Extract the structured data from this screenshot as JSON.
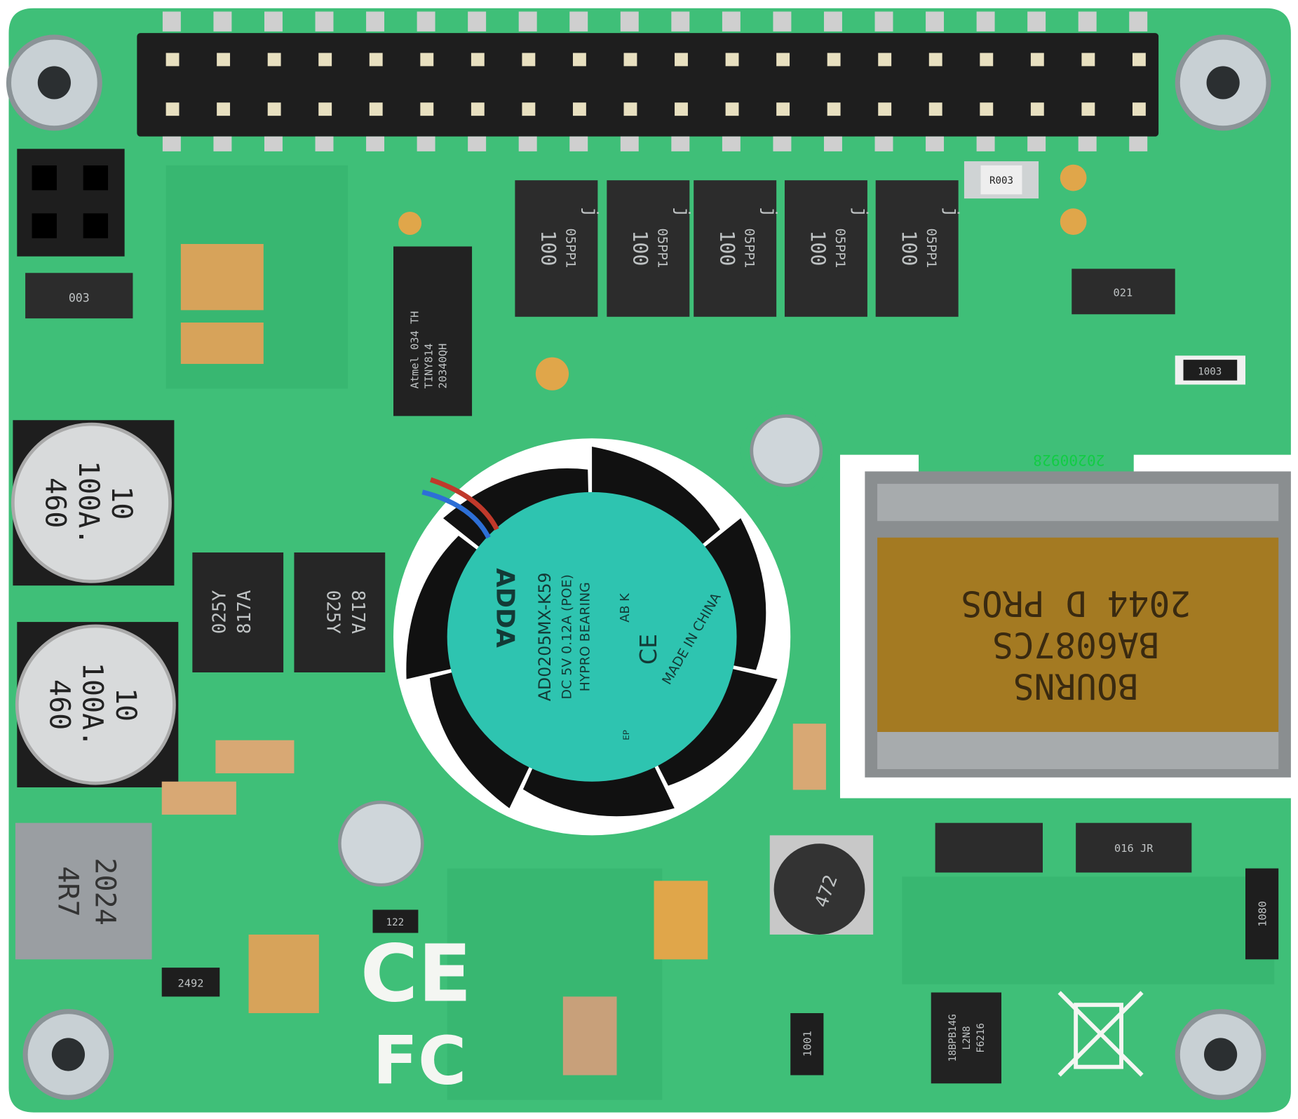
{
  "colors": {
    "pcb": "#3fbf78",
    "pcb_dark": "#2aa462",
    "header": "#1e1e1e",
    "pad": "#d7b36a",
    "fan_label": "#2ec4b0",
    "transformer_tape": "#a47a22",
    "component": "#2c2c2c"
  },
  "mcu": {
    "line1": "Atmel 034 TH",
    "line2": "TINY814",
    "line3": "20340QH"
  },
  "capacitors": [
    {
      "value": "100",
      "mark": "j",
      "code": "05PP1"
    },
    {
      "value": "100",
      "mark": "j",
      "code": "05PP1"
    },
    {
      "value": "100",
      "mark": "j",
      "code": "05PP1"
    },
    {
      "value": "100",
      "mark": "j",
      "code": "05PP1"
    },
    {
      "value": "100",
      "mark": "j",
      "code": "05PP1"
    }
  ],
  "resistor_r003": "R003",
  "electrolytics": [
    {
      "line1": "10",
      "line2": "100A.",
      "line3": "460"
    },
    {
      "line1": "10",
      "line2": "100A.",
      "line3": "460"
    }
  ],
  "optocouplers": [
    {
      "line1": "025Y",
      "line2": "817A"
    },
    {
      "line1": "025Y",
      "line2": "817A"
    }
  ],
  "fan": {
    "brand": "ADDA",
    "model": "AD0205MX-K59",
    "rating": "DC 5V  0.12A  (POE)",
    "bearing": "HYPRO BEARING",
    "origin": "MADE IN CHINA",
    "ce": "CE",
    "code": "AB K",
    "ep": "EP"
  },
  "transformer": {
    "date": "20200928",
    "line1": "BOURNS",
    "line2": "BA6087CS",
    "line3": "2044  D  PROS"
  },
  "inductor_large": {
    "line1": "4R7",
    "line2": "2024"
  },
  "inductor_small": "472",
  "small_marks": {
    "r2492": "2492",
    "r122": "122",
    "r1001": "1001",
    "r1003": "1003",
    "r1080": "1080",
    "d1": "003",
    "d2": "021",
    "d3": "016 JR"
  },
  "pwm_chip": {
    "line1": "18BPB14G",
    "line2": "L2N8",
    "line3": "F6216"
  },
  "logos": {
    "ce": "CE",
    "fcc": "FC"
  }
}
